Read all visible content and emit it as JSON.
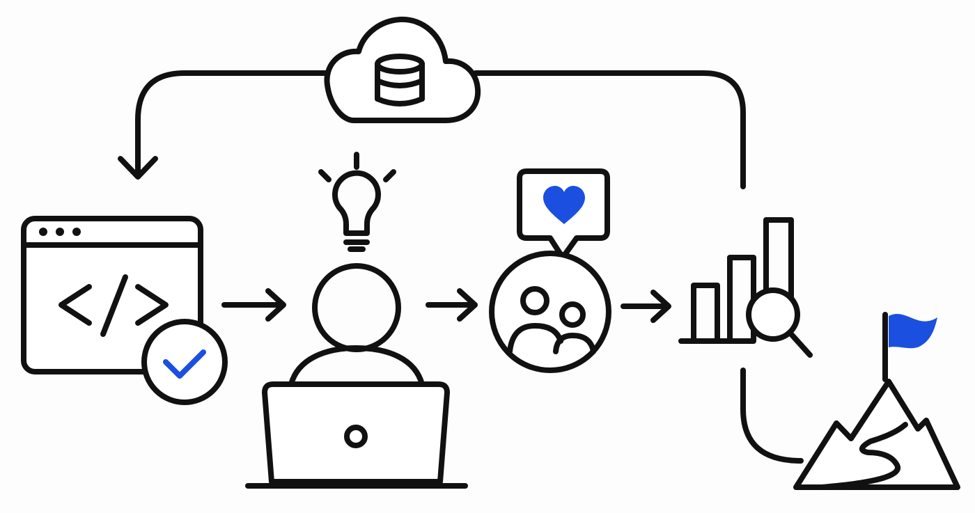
{
  "colors": {
    "ink": "#111111",
    "accent": "#1a4fe0",
    "background": "#fdfdfd"
  },
  "nodes": [
    {
      "id": "code-window",
      "icon": "code-window-icon",
      "badge": "checkmark-badge-icon"
    },
    {
      "id": "developer",
      "icon": "person-at-laptop-icon",
      "top": "lightbulb-icon"
    },
    {
      "id": "community",
      "icon": "users-circle-icon",
      "top": "heart-speech-bubble-icon"
    },
    {
      "id": "analytics",
      "icon": "bar-chart-magnifier-icon"
    },
    {
      "id": "goal",
      "icon": "mountain-flag-icon"
    },
    {
      "id": "cloud-database",
      "icon": "cloud-database-icon"
    }
  ],
  "flow": [
    {
      "from": "code-window",
      "to": "developer"
    },
    {
      "from": "developer",
      "to": "community"
    },
    {
      "from": "community",
      "to": "analytics"
    },
    {
      "from": "analytics",
      "to": "cloud-database"
    },
    {
      "from": "cloud-database",
      "to": "code-window"
    },
    {
      "from": "analytics",
      "to": "goal"
    }
  ]
}
